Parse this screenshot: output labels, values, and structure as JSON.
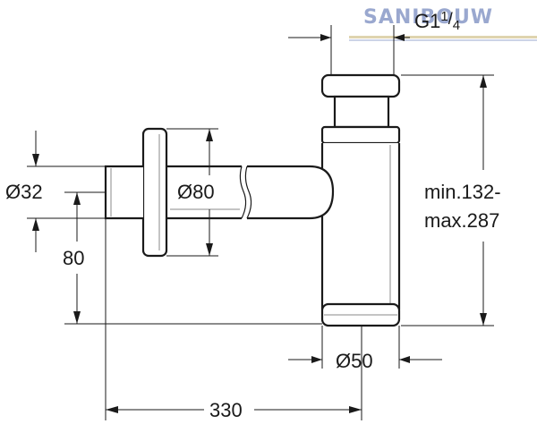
{
  "watermark": {
    "text": "SANIBOUW",
    "colors": [
      "#9aa8cf",
      "#c9b77a"
    ]
  },
  "dimensions": {
    "thread": {
      "prefix": "G1",
      "sup": "1",
      "sep": "/",
      "sub": "4"
    },
    "height_min": "min.132-",
    "height_max": "max.287",
    "trap_diameter": "Ø50",
    "rosette_diameter": "Ø80",
    "pipe_diameter": "Ø32",
    "outlet_height": "80",
    "total_length": "330"
  },
  "colors": {
    "line": "#1a1a1a",
    "shade": "#8a8a8a"
  }
}
